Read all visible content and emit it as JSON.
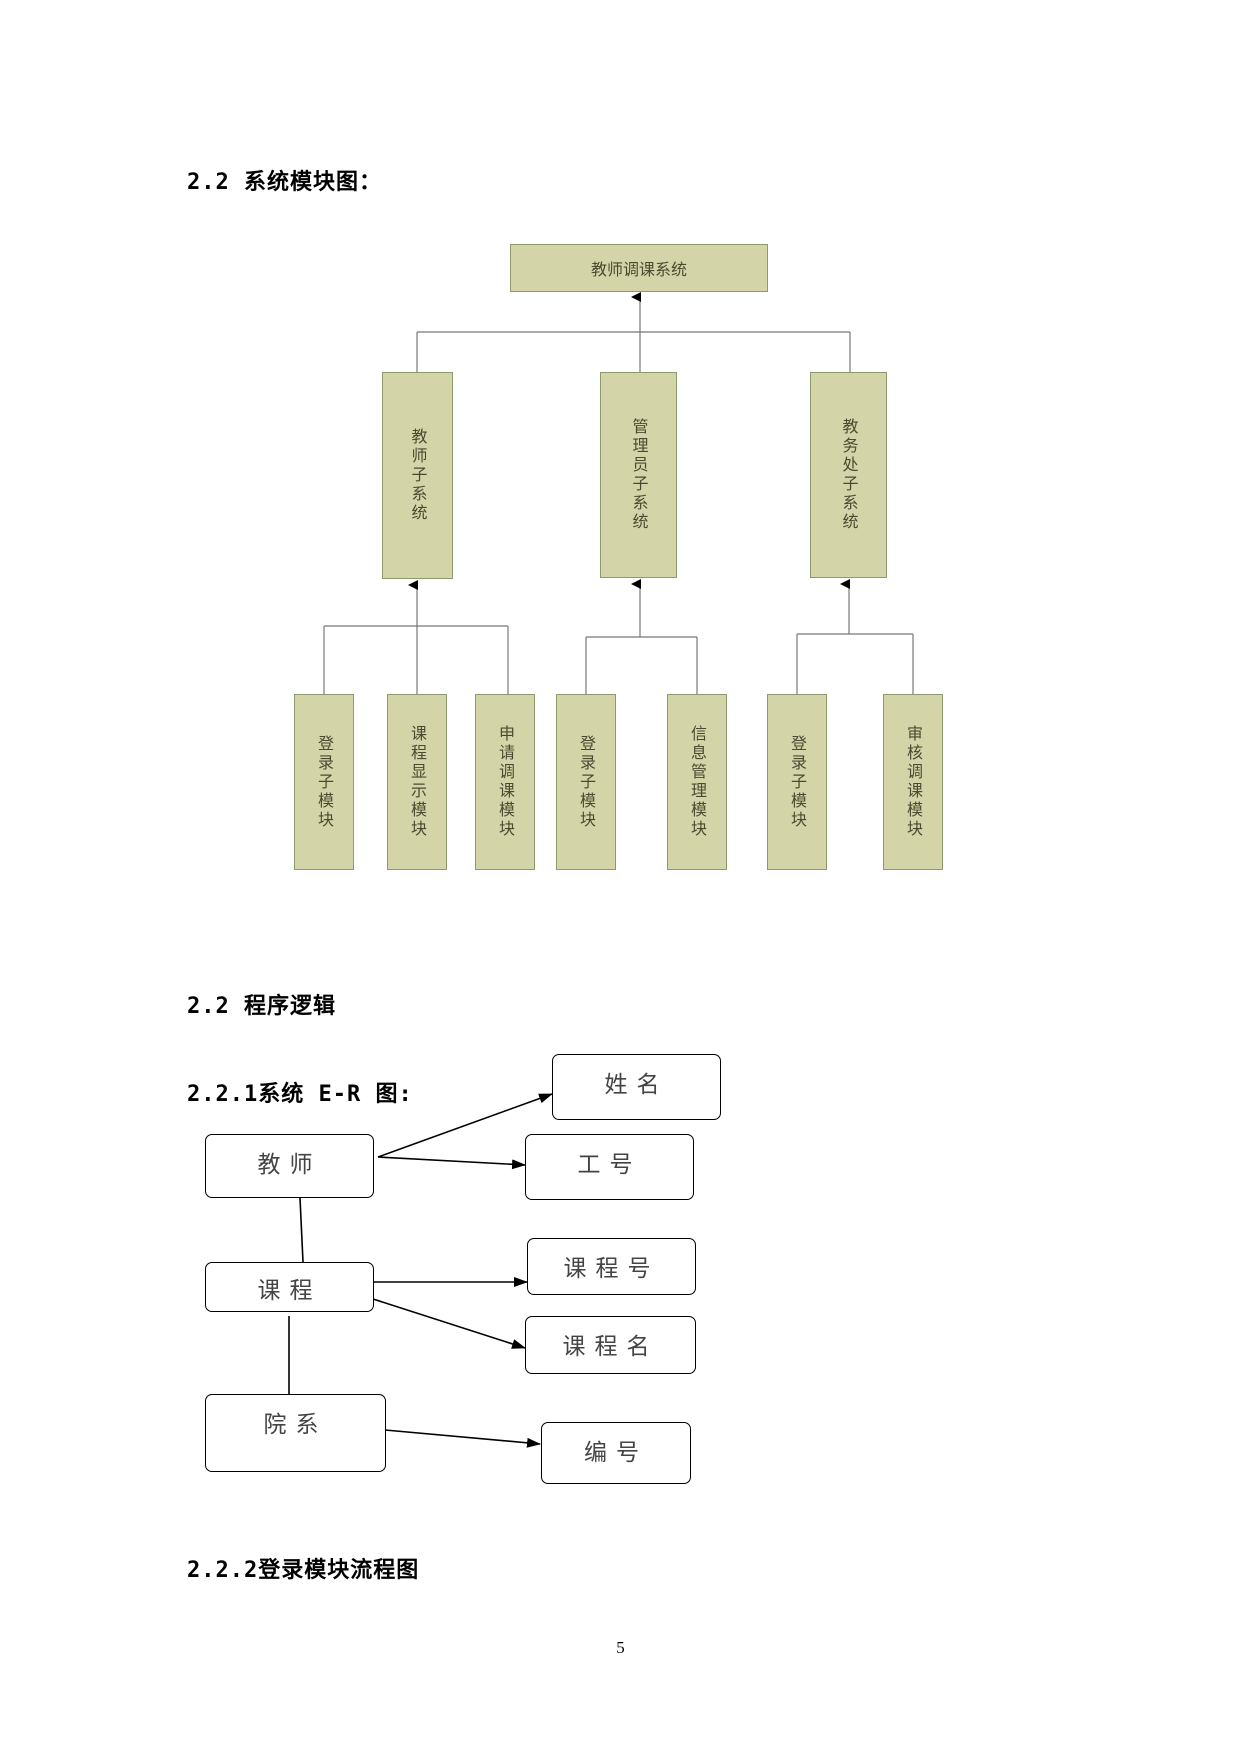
{
  "headings": {
    "module_diagram": "2.2 系统模块图：",
    "program_logic": "2.2 程序逻辑",
    "er_diagram": "2.2.1系统 E-R 图:",
    "login_flow": "2.2.2登录模块流程图"
  },
  "module_chart": {
    "root": "教师调课系统",
    "subsystems": [
      "教师子系统",
      "管理员子系统",
      "教务处子系统"
    ],
    "modules": {
      "teacher": [
        "登录子模块",
        "课程显示模块",
        "申请调课模块"
      ],
      "admin": [
        "登录子模块",
        "信息管理模块"
      ],
      "office": [
        "登录子模块",
        "审核调课模块"
      ]
    }
  },
  "er": {
    "entities": [
      "教师",
      "课程",
      "院系"
    ],
    "attributes": {
      "teacher": [
        "姓名",
        "工号"
      ],
      "course": [
        "课程号",
        "课程名"
      ],
      "department": [
        "编号"
      ]
    }
  },
  "page_number": "5"
}
